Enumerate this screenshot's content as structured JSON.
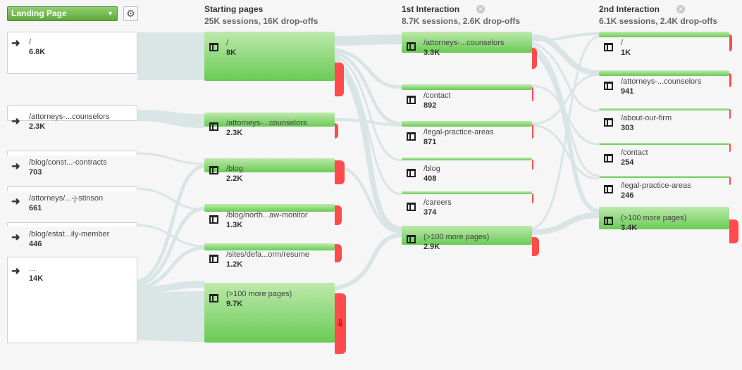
{
  "toolbar": {
    "dimension_label": "Landing Page",
    "dimension_icon": "chevron-down-icon",
    "settings_icon": "gear-icon"
  },
  "columns": {
    "starting": {
      "title": "Starting pages",
      "subtitle": "25K sessions, 16K drop-offs"
    },
    "first": {
      "title": "1st Interaction",
      "subtitle": "8.7K sessions, 2.6K drop-offs"
    },
    "second": {
      "title": "2nd Interaction",
      "subtitle": "6.1K sessions, 2.4K drop-offs"
    }
  },
  "landing_pages": [
    {
      "name": "/",
      "value": "6.8K"
    },
    {
      "name": "/attorneys-...counselors",
      "value": "2.3K"
    },
    {
      "name": "/blog/const...-contracts",
      "value": "703"
    },
    {
      "name": "/attorneys/...-j-stinson",
      "value": "661"
    },
    {
      "name": "/blog/estat...ily-member",
      "value": "446"
    },
    {
      "name": "...",
      "value": "14K"
    }
  ],
  "starting_pages": [
    {
      "name": "/",
      "value": "8K"
    },
    {
      "name": "/attorneys-...counselors",
      "value": "2.3K"
    },
    {
      "name": "/blog",
      "value": "2.2K"
    },
    {
      "name": "/blog/north...aw-monitor",
      "value": "1.3K"
    },
    {
      "name": "/sites/defa...orm/resume",
      "value": "1.2K"
    },
    {
      "name": "(>100 more pages)",
      "value": "9.7K"
    }
  ],
  "first_interaction": [
    {
      "name": "/attorneys-...counselors",
      "value": "3.3K"
    },
    {
      "name": "/contact",
      "value": "892"
    },
    {
      "name": "/legal-practice-areas",
      "value": "871"
    },
    {
      "name": "/blog",
      "value": "408"
    },
    {
      "name": "/careers",
      "value": "374"
    },
    {
      "name": "(>100 more pages)",
      "value": "2.9K"
    }
  ],
  "second_interaction": [
    {
      "name": "/",
      "value": "1K"
    },
    {
      "name": "/attorneys-...counselors",
      "value": "941"
    },
    {
      "name": "/about-our-firm",
      "value": "303"
    },
    {
      "name": "/contact",
      "value": "254"
    },
    {
      "name": "/legal-practice-areas",
      "value": "246"
    },
    {
      "name": "(>100 more pages)",
      "value": "3.4K"
    }
  ],
  "colors": {
    "node_green": "#6acb55",
    "drop_red": "#ff4b4b",
    "flow": "#d3e1e1"
  }
}
